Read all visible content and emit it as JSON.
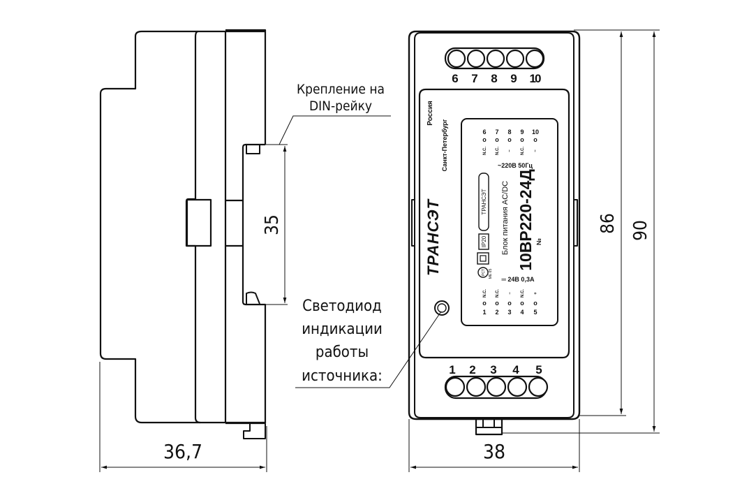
{
  "drawing": {
    "title": "Блок питания 10ВР220-24Д — габаритный чертёж",
    "colors": {
      "line": "#111111",
      "background": "#ffffff"
    }
  },
  "annotations": {
    "din_mount_line1": "Крепление на",
    "din_mount_line2": "DIN-рейку",
    "led_line1": "Светодиод",
    "led_line2": "индикации",
    "led_line3": "работы",
    "led_line4": "источника:"
  },
  "dimensions": {
    "side_depth": "36,7",
    "din_rail_width": "35",
    "front_width": "38",
    "front_height_inner": "86",
    "front_height_total": "90"
  },
  "device": {
    "top_terminals": [
      "6",
      "7",
      "8",
      "9",
      "10"
    ],
    "bottom_terminals": [
      "1",
      "2",
      "3",
      "4",
      "5"
    ],
    "label_country": "Россия",
    "label_city": "Санкт-Петербург",
    "brand_logo": "ТРАНСЭТ",
    "top_table": {
      "numbers": [
        "6",
        "7",
        "8",
        "9",
        "10"
      ],
      "marks": [
        "o",
        "o",
        "o",
        "o",
        "o"
      ],
      "functions": [
        "N.C.",
        "N.C.",
        "~",
        "N.C.",
        "~"
      ],
      "input_rating": "~220В  50Гц"
    },
    "product_type": "Блок питания AC/DC",
    "model": "10ВР220-24Д",
    "serial_label": "№",
    "ip_rating": "IP20",
    "cert_mark": "РСТ",
    "cert_code": "МЕ 65",
    "brand_badge": "ТРАНСЭТ",
    "bottom_table": {
      "output_rating": "═ 24В  0,3А",
      "functions": [
        "N.C.",
        "N.C.",
        "−",
        "N.C.",
        "+"
      ],
      "marks": [
        "o",
        "o",
        "o",
        "o",
        "o"
      ],
      "numbers": [
        "1",
        "2",
        "3",
        "4",
        "5"
      ]
    }
  }
}
